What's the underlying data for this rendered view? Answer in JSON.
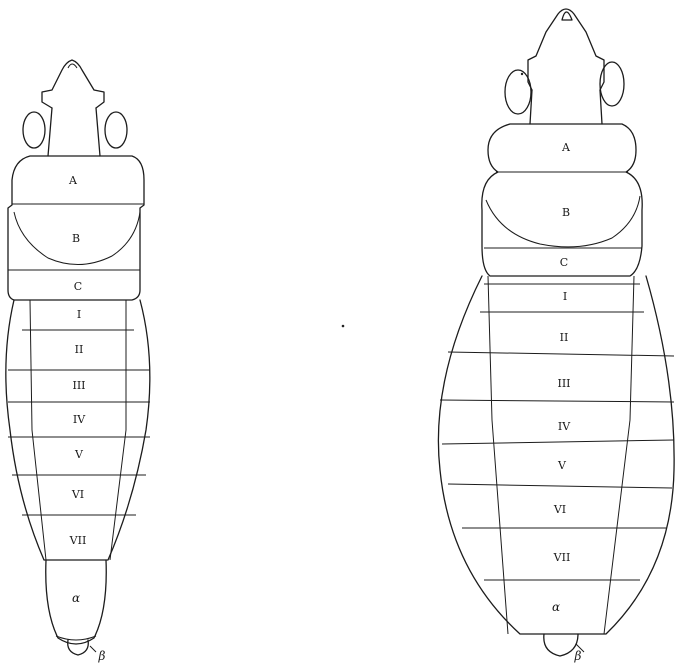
{
  "figures": [
    {
      "id": "left",
      "segment_labels": [
        "A",
        "B",
        "C",
        "I",
        "II",
        "III",
        "IV",
        "V",
        "VI",
        "VII",
        "α"
      ],
      "tip_label": "β"
    },
    {
      "id": "right",
      "segment_labels": [
        "A",
        "B",
        "C",
        "I",
        "II",
        "III",
        "IV",
        "V",
        "VI",
        "VII",
        "α"
      ],
      "tip_label": "β"
    }
  ]
}
